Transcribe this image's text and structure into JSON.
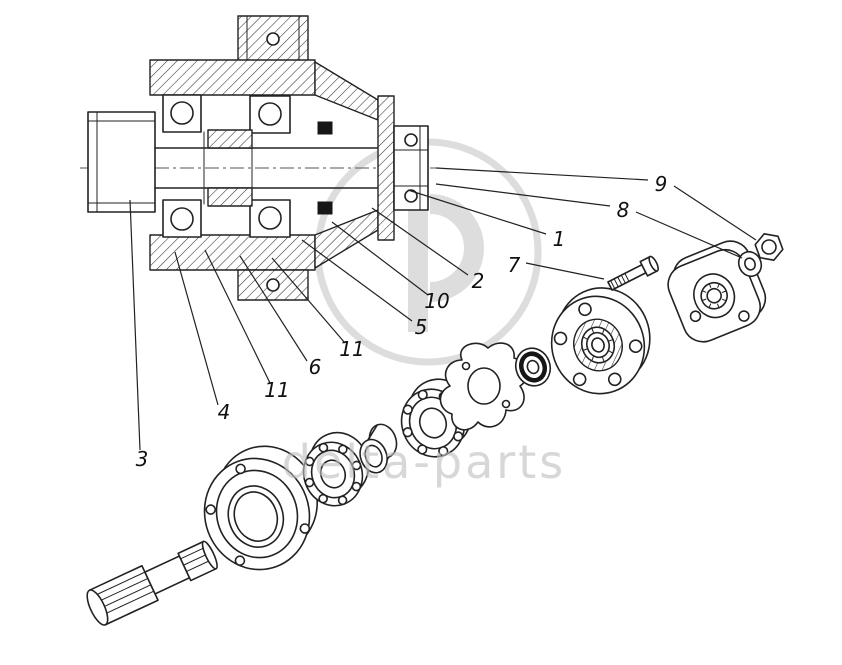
{
  "watermark": {
    "text": "delta-parts"
  },
  "callouts": {
    "c1": "1",
    "c2": "2",
    "c3": "3",
    "c4": "4",
    "c5": "5",
    "c6": "6",
    "c7": "7",
    "c8": "8",
    "c9": "9",
    "c10": "10",
    "c11a": "11",
    "c11b": "11"
  },
  "colors": {
    "line": "#222222",
    "watermark": "#c9c9c9",
    "background": "#ffffff"
  }
}
